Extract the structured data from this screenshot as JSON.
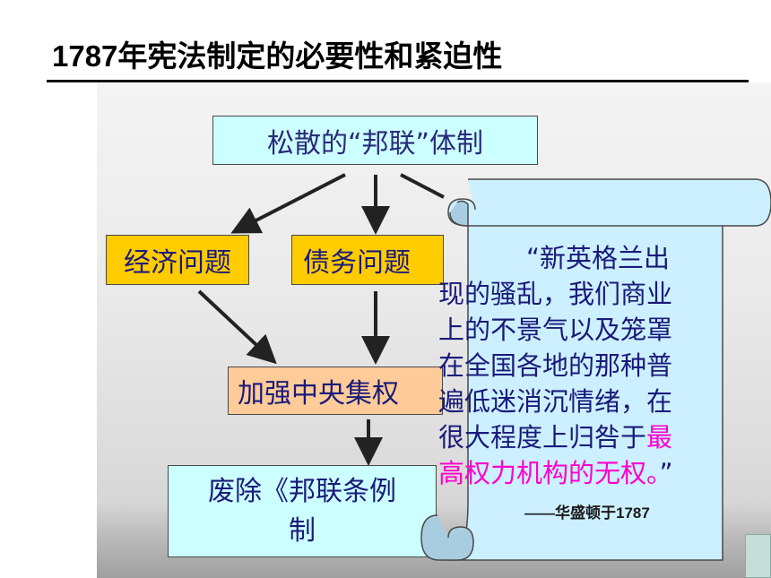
{
  "slide": {
    "title": "1787年宪法制定的必要性和紧迫性"
  },
  "diagram": {
    "top_box": "松散的“邦联”体制",
    "economic_box": "经济问题",
    "debt_box": "债务问题",
    "central_box": "加强中央集权",
    "abolish_line1": "废除《邦联条例",
    "abolish_line2": "制"
  },
  "quote": {
    "line1": "“新英格兰出",
    "line2": "现的骚乱，我们商业",
    "line3": "上的不景气以及笼罩",
    "line4": "在全国各地的那种普",
    "line5": "遍低迷消沉情绪，在",
    "line6_normal": "很大程度上归咎于",
    "line6_highlight": "最",
    "line7_highlight": "高权力机构的无权。",
    "line7_close": "”",
    "source": "——华盛顿于1787"
  },
  "colors": {
    "box_cyan": "#ccffff",
    "box_yellow": "#ffcc00",
    "box_peach": "#ffcc99",
    "scroll_fill": "#ccf0ff",
    "text_navy": "#1a1a7a",
    "highlight": "#ff00cc"
  }
}
